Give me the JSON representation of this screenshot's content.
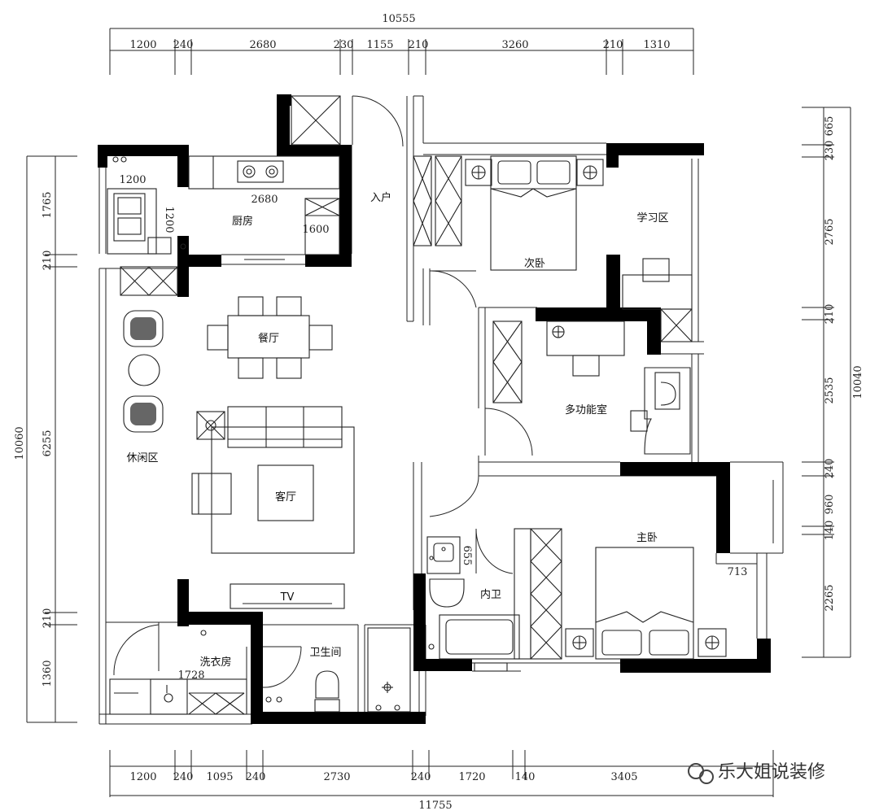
{
  "plan": {
    "top_total": "10555",
    "top_dims": [
      "1200",
      "240",
      "2680",
      "230",
      "1155",
      "210",
      "3260",
      "210",
      "1310"
    ],
    "bottom_total": "11755",
    "bottom_dims": [
      "1200",
      "240",
      "1095",
      "240",
      "2730",
      "240",
      "1720",
      "140",
      "3405"
    ],
    "left_total": "10060",
    "left_dims": [
      "1765",
      "210",
      "6255",
      "210",
      "1360"
    ],
    "right_total": "10040",
    "right_dims": [
      "665",
      "230",
      "2765",
      "210",
      "2535",
      "240",
      "960",
      "140",
      "2265"
    ],
    "rooms": {
      "kitchen": "厨房",
      "entrance": "入户",
      "second_bedroom": "次卧",
      "study": "学习区",
      "dining": "餐厅",
      "leisure": "休闲区",
      "living": "客厅",
      "multi": "多功能室",
      "master": "主卧",
      "ensuite": "内卫",
      "laundry": "洗衣房",
      "bathroom": "卫生间",
      "tv": "TV"
    },
    "inner_dims": {
      "kitchen_w1": "1200",
      "kitchen_w2": "2680",
      "kitchen_h1": "1200",
      "kitchen_h2": "1600",
      "ensuite_w": "655",
      "master_w": "713",
      "laundry_w": "1728"
    },
    "watermark": "乐大姐说装修"
  }
}
